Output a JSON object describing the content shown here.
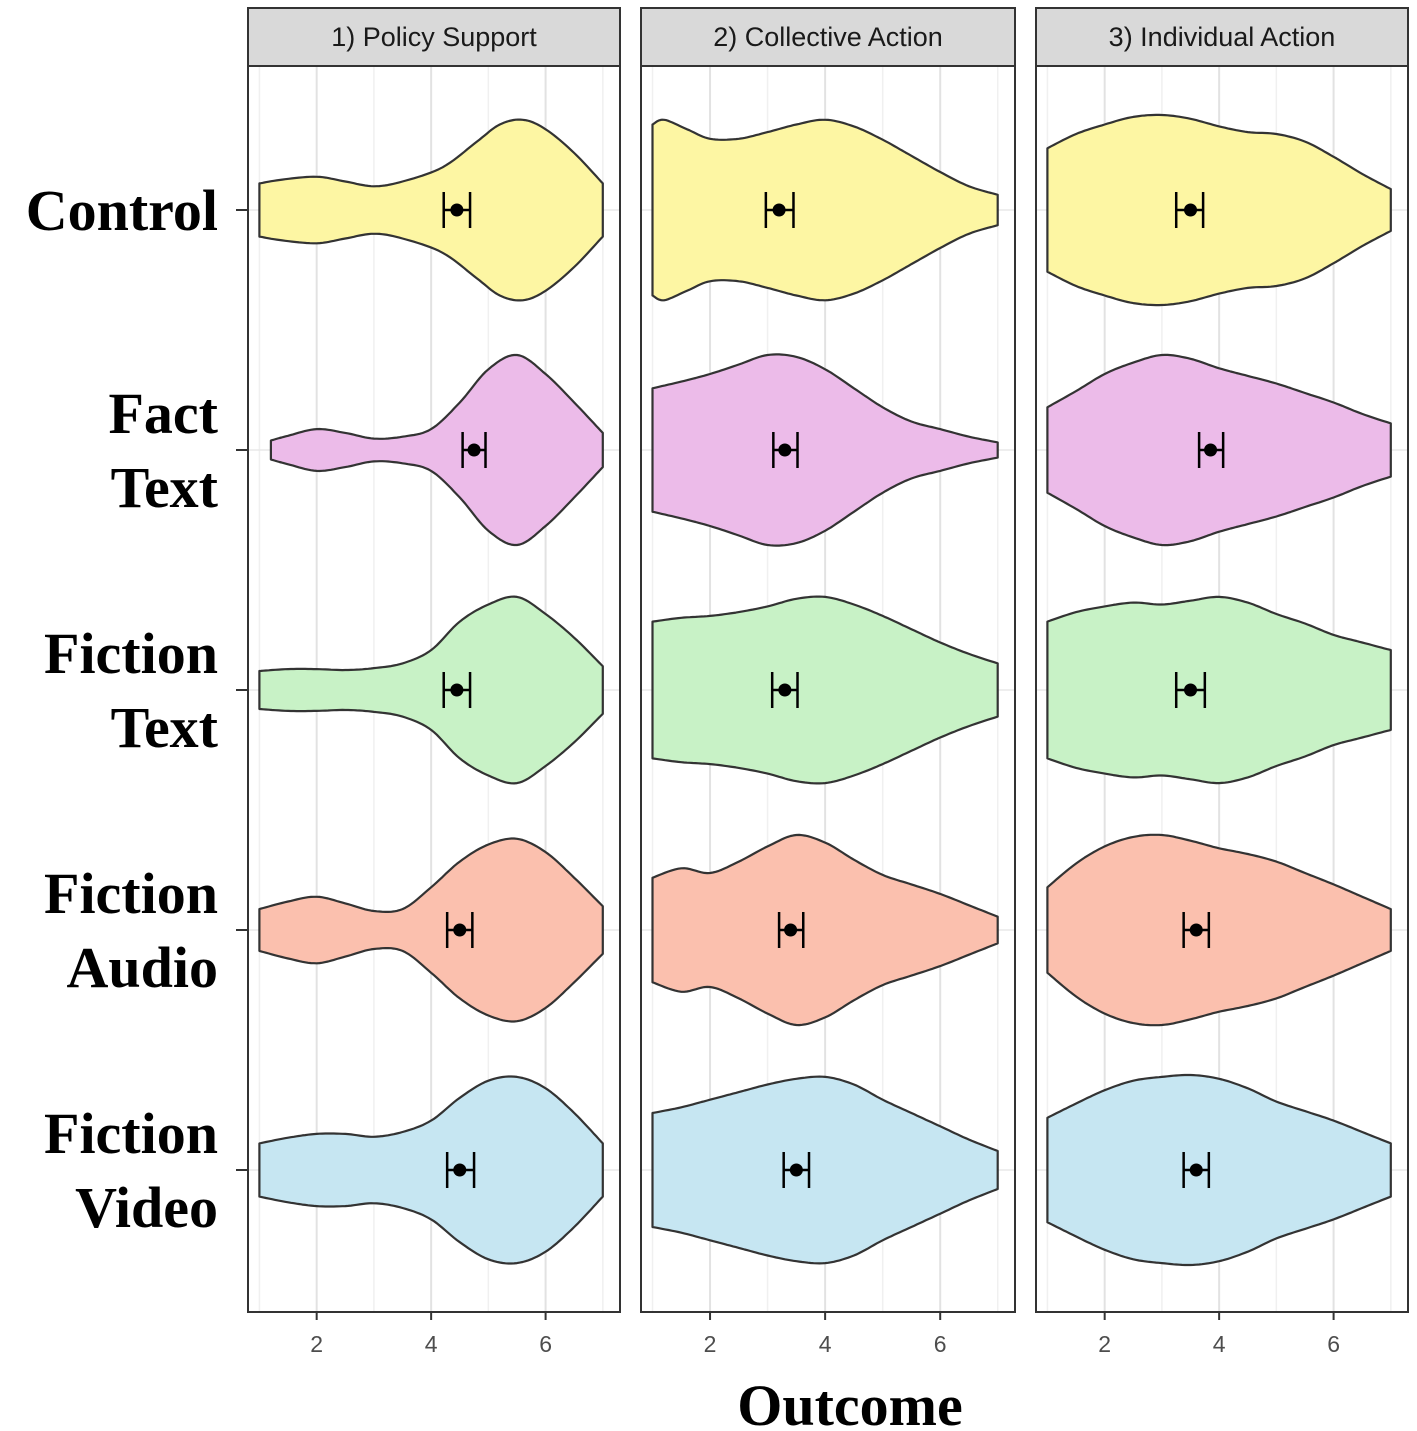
{
  "chart_data": {
    "type": "violin",
    "panels": [
      "1) Policy Support",
      "2) Collective Action",
      "3) Individual Action"
    ],
    "conditions": [
      {
        "label_lines": [
          "Control"
        ],
        "color": "#fdf6a3"
      },
      {
        "label_lines": [
          "Fact",
          "Text"
        ],
        "color": "#ecbbe9"
      },
      {
        "label_lines": [
          "Fiction",
          "Text"
        ],
        "color": "#c8f2c6"
      },
      {
        "label_lines": [
          "Fiction",
          "Audio"
        ],
        "color": "#fbc0ae"
      },
      {
        "label_lines": [
          "Fiction",
          "Video"
        ],
        "color": "#c6e6f2"
      }
    ],
    "xlabel": "Outcome",
    "xlim": [
      0.8,
      7.3
    ],
    "x_ticks": [
      2,
      4,
      6
    ],
    "x_tick_labels": [
      "2",
      "4",
      "6"
    ],
    "grid": true,
    "violins": [
      [
        {
          "mean": 4.45,
          "ci_low": 4.22,
          "ci_high": 4.68,
          "density": [
            [
              1.0,
              0.28
            ],
            [
              1.4,
              0.32
            ],
            [
              2.0,
              0.35
            ],
            [
              2.5,
              0.3
            ],
            [
              3.0,
              0.25
            ],
            [
              3.5,
              0.3
            ],
            [
              4.2,
              0.45
            ],
            [
              4.8,
              0.72
            ],
            [
              5.2,
              0.9
            ],
            [
              5.6,
              0.95
            ],
            [
              6.0,
              0.85
            ],
            [
              6.5,
              0.6
            ],
            [
              7.0,
              0.28
            ]
          ]
        },
        {
          "mean": 3.2,
          "ci_low": 2.97,
          "ci_high": 3.45,
          "density": [
            [
              1.0,
              0.9
            ],
            [
              1.2,
              0.95
            ],
            [
              1.6,
              0.85
            ],
            [
              2.0,
              0.75
            ],
            [
              2.5,
              0.75
            ],
            [
              3.0,
              0.82
            ],
            [
              3.5,
              0.9
            ],
            [
              4.0,
              0.95
            ],
            [
              4.5,
              0.88
            ],
            [
              5.0,
              0.74
            ],
            [
              5.5,
              0.57
            ],
            [
              6.0,
              0.4
            ],
            [
              6.5,
              0.25
            ],
            [
              7.0,
              0.16
            ]
          ]
        },
        {
          "mean": 3.5,
          "ci_low": 3.25,
          "ci_high": 3.72,
          "density": [
            [
              1.0,
              0.65
            ],
            [
              1.5,
              0.8
            ],
            [
              2.0,
              0.9
            ],
            [
              2.5,
              0.98
            ],
            [
              3.0,
              1.0
            ],
            [
              3.5,
              0.96
            ],
            [
              4.0,
              0.88
            ],
            [
              4.5,
              0.82
            ],
            [
              5.0,
              0.8
            ],
            [
              5.5,
              0.72
            ],
            [
              6.0,
              0.56
            ],
            [
              6.5,
              0.38
            ],
            [
              7.0,
              0.22
            ]
          ]
        }
      ],
      [
        {
          "mean": 4.75,
          "ci_low": 4.55,
          "ci_high": 4.95,
          "density": [
            [
              1.2,
              0.1
            ],
            [
              1.5,
              0.15
            ],
            [
              2.0,
              0.22
            ],
            [
              2.5,
              0.18
            ],
            [
              3.0,
              0.12
            ],
            [
              3.5,
              0.14
            ],
            [
              4.0,
              0.22
            ],
            [
              4.5,
              0.5
            ],
            [
              5.0,
              0.85
            ],
            [
              5.5,
              1.0
            ],
            [
              6.0,
              0.8
            ],
            [
              6.5,
              0.5
            ],
            [
              7.0,
              0.18
            ]
          ]
        },
        {
          "mean": 3.3,
          "ci_low": 3.1,
          "ci_high": 3.52,
          "density": [
            [
              1.0,
              0.65
            ],
            [
              1.5,
              0.72
            ],
            [
              2.0,
              0.8
            ],
            [
              2.5,
              0.9
            ],
            [
              3.0,
              1.0
            ],
            [
              3.5,
              0.98
            ],
            [
              4.0,
              0.85
            ],
            [
              4.5,
              0.65
            ],
            [
              5.0,
              0.45
            ],
            [
              5.5,
              0.3
            ],
            [
              6.0,
              0.22
            ],
            [
              6.5,
              0.14
            ],
            [
              7.0,
              0.08
            ]
          ]
        },
        {
          "mean": 3.85,
          "ci_low": 3.65,
          "ci_high": 4.07,
          "density": [
            [
              1.0,
              0.45
            ],
            [
              1.5,
              0.62
            ],
            [
              2.0,
              0.8
            ],
            [
              2.5,
              0.92
            ],
            [
              3.0,
              1.0
            ],
            [
              3.5,
              0.96
            ],
            [
              4.0,
              0.86
            ],
            [
              4.5,
              0.78
            ],
            [
              5.0,
              0.7
            ],
            [
              5.5,
              0.6
            ],
            [
              6.0,
              0.5
            ],
            [
              6.5,
              0.38
            ],
            [
              7.0,
              0.28
            ]
          ]
        }
      ],
      [
        {
          "mean": 4.45,
          "ci_low": 4.22,
          "ci_high": 4.68,
          "density": [
            [
              1.0,
              0.2
            ],
            [
              1.5,
              0.22
            ],
            [
              2.0,
              0.22
            ],
            [
              2.5,
              0.21
            ],
            [
              3.0,
              0.23
            ],
            [
              3.5,
              0.28
            ],
            [
              4.0,
              0.42
            ],
            [
              4.5,
              0.72
            ],
            [
              5.0,
              0.9
            ],
            [
              5.5,
              0.98
            ],
            [
              6.0,
              0.8
            ],
            [
              6.5,
              0.55
            ],
            [
              7.0,
              0.25
            ]
          ]
        },
        {
          "mean": 3.3,
          "ci_low": 3.08,
          "ci_high": 3.52,
          "density": [
            [
              1.0,
              0.72
            ],
            [
              1.5,
              0.76
            ],
            [
              2.0,
              0.78
            ],
            [
              2.5,
              0.82
            ],
            [
              3.0,
              0.88
            ],
            [
              3.5,
              0.96
            ],
            [
              4.0,
              0.98
            ],
            [
              4.5,
              0.9
            ],
            [
              5.0,
              0.78
            ],
            [
              5.5,
              0.64
            ],
            [
              6.0,
              0.5
            ],
            [
              6.5,
              0.38
            ],
            [
              7.0,
              0.28
            ]
          ]
        },
        {
          "mean": 3.5,
          "ci_low": 3.25,
          "ci_high": 3.75,
          "density": [
            [
              1.0,
              0.72
            ],
            [
              1.5,
              0.82
            ],
            [
              2.0,
              0.88
            ],
            [
              2.5,
              0.92
            ],
            [
              3.0,
              0.9
            ],
            [
              3.5,
              0.94
            ],
            [
              4.0,
              0.98
            ],
            [
              4.5,
              0.92
            ],
            [
              5.0,
              0.8
            ],
            [
              5.5,
              0.7
            ],
            [
              6.0,
              0.58
            ],
            [
              6.5,
              0.5
            ],
            [
              7.0,
              0.42
            ]
          ]
        }
      ],
      [
        {
          "mean": 4.5,
          "ci_low": 4.28,
          "ci_high": 4.72,
          "density": [
            [
              1.0,
              0.22
            ],
            [
              1.5,
              0.3
            ],
            [
              2.0,
              0.35
            ],
            [
              2.5,
              0.28
            ],
            [
              3.0,
              0.2
            ],
            [
              3.5,
              0.22
            ],
            [
              4.0,
              0.45
            ],
            [
              4.5,
              0.72
            ],
            [
              5.0,
              0.9
            ],
            [
              5.5,
              0.96
            ],
            [
              6.0,
              0.82
            ],
            [
              6.5,
              0.55
            ],
            [
              7.0,
              0.25
            ]
          ]
        },
        {
          "mean": 3.4,
          "ci_low": 3.2,
          "ci_high": 3.62,
          "density": [
            [
              1.0,
              0.55
            ],
            [
              1.5,
              0.65
            ],
            [
              2.0,
              0.6
            ],
            [
              2.5,
              0.72
            ],
            [
              3.0,
              0.88
            ],
            [
              3.5,
              1.0
            ],
            [
              4.0,
              0.92
            ],
            [
              4.5,
              0.74
            ],
            [
              5.0,
              0.58
            ],
            [
              5.5,
              0.48
            ],
            [
              6.0,
              0.38
            ],
            [
              6.5,
              0.26
            ],
            [
              7.0,
              0.14
            ]
          ]
        },
        {
          "mean": 3.6,
          "ci_low": 3.38,
          "ci_high": 3.82,
          "density": [
            [
              1.0,
              0.45
            ],
            [
              1.5,
              0.7
            ],
            [
              2.0,
              0.88
            ],
            [
              2.5,
              0.98
            ],
            [
              3.0,
              1.0
            ],
            [
              3.5,
              0.94
            ],
            [
              4.0,
              0.86
            ],
            [
              4.5,
              0.8
            ],
            [
              5.0,
              0.72
            ],
            [
              5.5,
              0.6
            ],
            [
              6.0,
              0.48
            ],
            [
              6.5,
              0.35
            ],
            [
              7.0,
              0.22
            ]
          ]
        }
      ],
      [
        {
          "mean": 4.5,
          "ci_low": 4.28,
          "ci_high": 4.75,
          "density": [
            [
              1.0,
              0.28
            ],
            [
              1.5,
              0.34
            ],
            [
              2.0,
              0.38
            ],
            [
              2.5,
              0.38
            ],
            [
              3.0,
              0.35
            ],
            [
              3.5,
              0.4
            ],
            [
              4.0,
              0.52
            ],
            [
              4.5,
              0.76
            ],
            [
              5.0,
              0.94
            ],
            [
              5.5,
              0.98
            ],
            [
              6.0,
              0.86
            ],
            [
              6.5,
              0.6
            ],
            [
              7.0,
              0.28
            ]
          ]
        },
        {
          "mean": 3.5,
          "ci_low": 3.28,
          "ci_high": 3.72,
          "density": [
            [
              1.0,
              0.6
            ],
            [
              1.5,
              0.66
            ],
            [
              2.0,
              0.74
            ],
            [
              2.5,
              0.82
            ],
            [
              3.0,
              0.9
            ],
            [
              3.5,
              0.96
            ],
            [
              4.0,
              0.98
            ],
            [
              4.5,
              0.9
            ],
            [
              5.0,
              0.74
            ],
            [
              5.5,
              0.6
            ],
            [
              6.0,
              0.46
            ],
            [
              6.5,
              0.32
            ],
            [
              7.0,
              0.2
            ]
          ]
        },
        {
          "mean": 3.6,
          "ci_low": 3.38,
          "ci_high": 3.82,
          "density": [
            [
              1.0,
              0.55
            ],
            [
              1.5,
              0.7
            ],
            [
              2.0,
              0.84
            ],
            [
              2.5,
              0.94
            ],
            [
              3.0,
              0.98
            ],
            [
              3.5,
              1.0
            ],
            [
              4.0,
              0.96
            ],
            [
              4.5,
              0.86
            ],
            [
              5.0,
              0.72
            ],
            [
              5.5,
              0.62
            ],
            [
              6.0,
              0.52
            ],
            [
              6.5,
              0.4
            ],
            [
              7.0,
              0.28
            ]
          ]
        }
      ]
    ]
  }
}
